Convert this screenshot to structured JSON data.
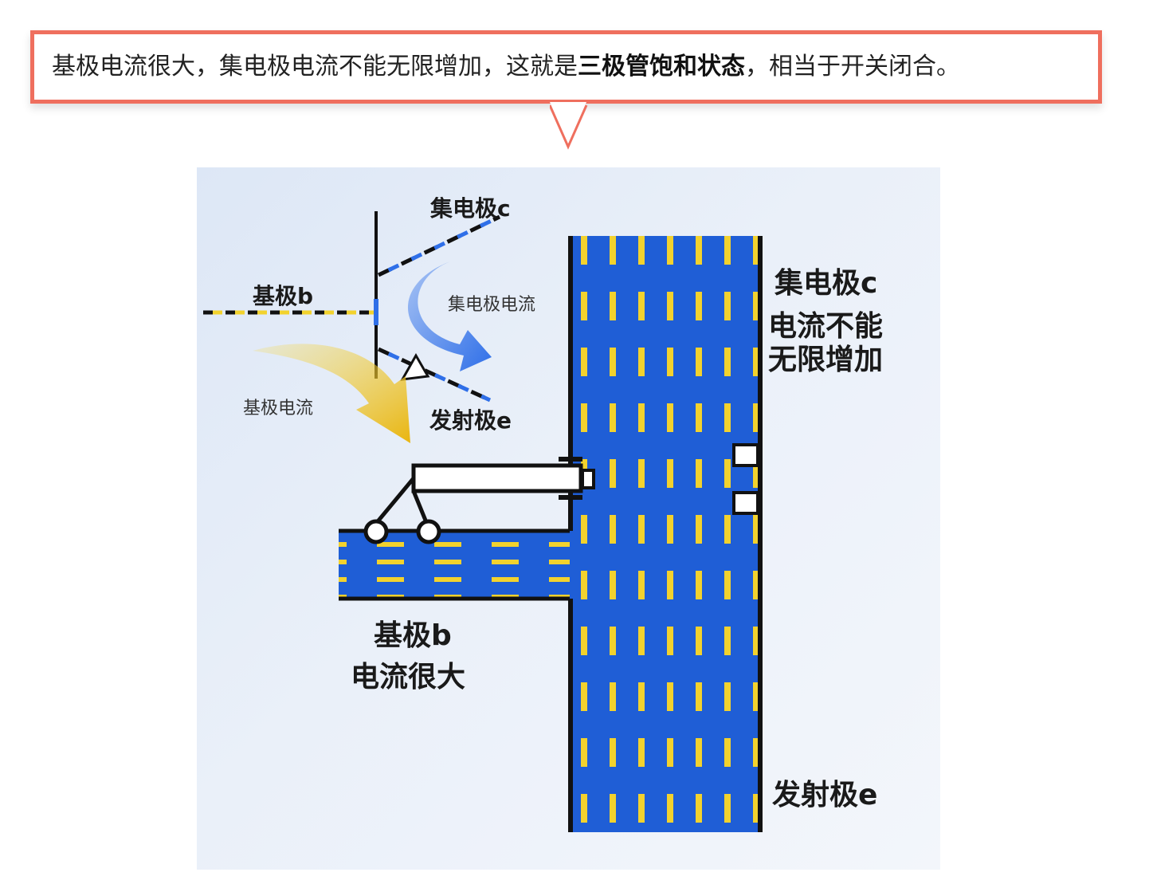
{
  "caption": {
    "prefix": "基极电流很大，集电极电流不能无限增加，这就是",
    "bold": "三极管饱和状态",
    "suffix": "，相当于开关闭合。"
  },
  "diagram": {
    "symbol_collector_label": "集电极c",
    "symbol_base_label": "基极b",
    "symbol_emitter_label": "发射极e",
    "collector_current_label": "集电极电流",
    "base_current_label": "基极电流",
    "channel_collector_label": "集电极c",
    "channel_collector_note_line1": "电流不能",
    "channel_collector_note_line2": "无限增加",
    "channel_base_label": "基极b",
    "channel_base_note": "电流很大",
    "channel_emitter_label": "发射极e",
    "colors": {
      "channel_blue": "#1f5ed6",
      "dash_yellow": "#f2d22e",
      "arrow_yellow": "#f0c21a",
      "arrow_blue": "#2f6fe8",
      "callout_border": "#ef6f5e"
    }
  }
}
